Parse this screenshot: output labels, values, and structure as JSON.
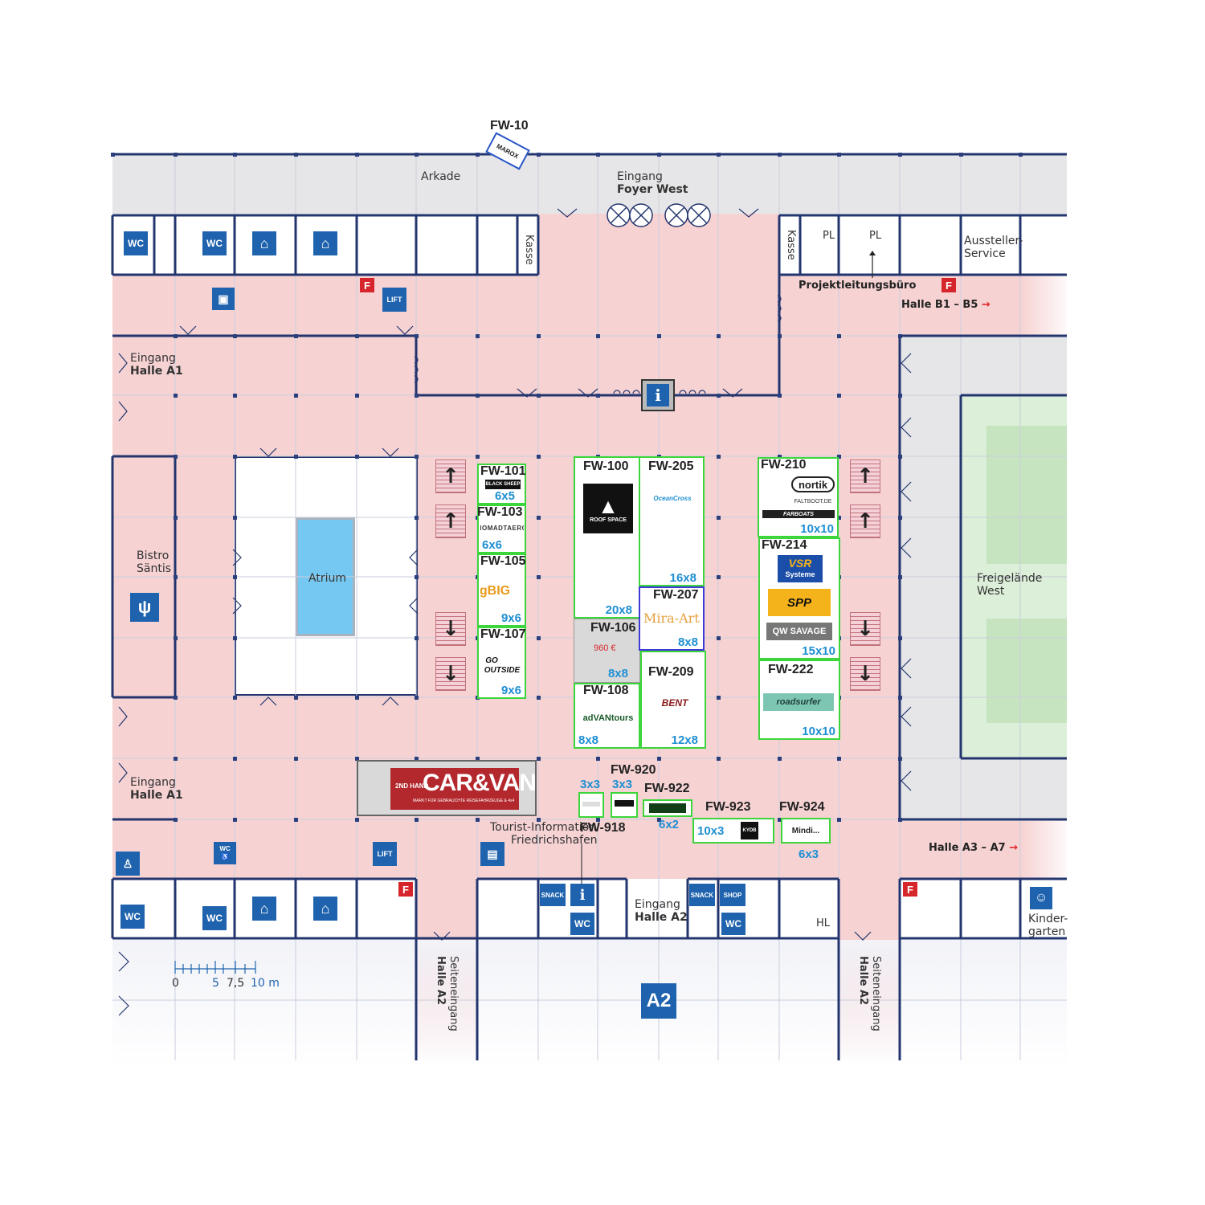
{
  "labels": {
    "arkade": "Arkade",
    "eingang_foyer_line1": "Eingang",
    "eingang_foyer_line2": "Foyer West",
    "kasse_left": "Kasse",
    "kasse_right": "Kasse",
    "pl1": "PL",
    "pl2": "PL",
    "projektleitung": "Projektleitungsbüro",
    "aussteller_line1": "Aussteller-",
    "aussteller_line2": "Service",
    "halle_b": "Halle B1 – B5",
    "eingang_a1_top_line1": "Eingang",
    "eingang_a1_top_line2": "Halle A1",
    "eingang_a1_bottom_line1": "Eingang",
    "eingang_a1_bottom_line2": "Halle A1",
    "bistro_line1": "Bistro",
    "bistro_line2": "Säntis",
    "atrium": "Atrium",
    "freigelaende_line1": "Freigelände",
    "freigelaende_line2": "West",
    "halle_a3": "Halle A3 – A7",
    "tourist_line1": "Tourist-Information",
    "tourist_line2": "Friedrichshafen",
    "eingang_a2_line1": "Eingang",
    "eingang_a2_line2": "Halle A2",
    "hl": "HL",
    "kinder_line1": "Kinder-",
    "kinder_line2": "garten",
    "seiteneingang_left_line1": "Seiteneingang",
    "seiteneingang_left_line2": "Halle A2",
    "seiteneingang_right_line1": "Seiteneingang",
    "seiteneingang_right_line2": "Halle A2",
    "hall_badge": "A2",
    "arrow_right": "→"
  },
  "icons": {
    "wc": "WC",
    "lift": "LIFT",
    "fire": "F",
    "info": "i",
    "snack": "SNACK",
    "shop": "SHOP",
    "wc_small": "WC"
  },
  "scale": {
    "t0": "0",
    "t5": "5",
    "t75": "7,5",
    "t10": "10 m"
  },
  "booths": {
    "fw10": {
      "id": "FW-10",
      "logo": "MAROX"
    },
    "fw100": {
      "id": "FW-100",
      "size": "20x8",
      "logo": "ROOF SPACE"
    },
    "fw101": {
      "id": "FW-101",
      "size": "6x5",
      "logo": "BLACK SHEEP"
    },
    "fw103": {
      "id": "FW-103",
      "size": "6x6",
      "logo": "NOMADTAERO"
    },
    "fw105": {
      "id": "FW-105",
      "size": "9x6",
      "logo": "gBIG"
    },
    "fw106": {
      "id": "FW-106",
      "size": "8x8",
      "price": "960 €"
    },
    "fw107": {
      "id": "FW-107",
      "size": "9x6",
      "logo_line1": "GO",
      "logo_line2": "OUTSIDE"
    },
    "fw108": {
      "id": "FW-108",
      "size": "8x8",
      "logo": "adVANtours"
    },
    "fw205": {
      "id": "FW-205",
      "size": "16x8",
      "logo": "OceanCross"
    },
    "fw207": {
      "id": "FW-207",
      "size": "8x8",
      "logo": "Mira-Art"
    },
    "fw209": {
      "id": "FW-209",
      "size": "12x8",
      "logo": "BENT"
    },
    "fw210": {
      "id": "FW-210",
      "size": "10x10",
      "logo": "nortik",
      "logo2": "FALTBOOT.DE",
      "logo3": "FARBOATS"
    },
    "fw214": {
      "id": "FW-214",
      "size": "15x10",
      "logo": "VSR",
      "logo_sub": "Systeme",
      "logo2": "SPP",
      "logo3": "QW SAVAGE"
    },
    "fw222": {
      "id": "FW-222",
      "size": "10x10",
      "logo": "roadsurfer"
    },
    "fw918": {
      "id": "FW-918",
      "size": "3x3"
    },
    "fw920": {
      "id": "FW-920",
      "size": "3x3"
    },
    "fw922": {
      "id": "FW-922",
      "size": "6x2"
    },
    "fw923": {
      "id": "FW-923",
      "size": "10x3",
      "logo": "KYDB"
    },
    "fw924": {
      "id": "FW-924",
      "size": "6x3",
      "logo": "Mindi..."
    }
  },
  "carvan": {
    "small": "2ND HAND",
    "big": "CAR&VAN",
    "tagline": "MARKT FÜR GEBRAUCHTE REISEFAHRZEUGE & 4x4"
  },
  "colors": {
    "hall_pink": "#f6d2d3",
    "wall_navy": "#23356e",
    "booth_green": "#3cd63c",
    "size_blue": "#1e8fd2",
    "icon_blue": "#1f63ae",
    "fire_red": "#d7262b"
  }
}
